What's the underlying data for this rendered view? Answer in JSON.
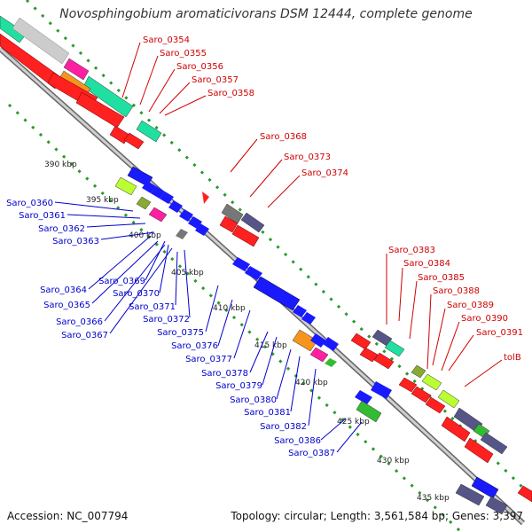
{
  "title": "Novosphingobium aromaticivorans DSM 12444, complete genome",
  "accession": "Accession: NC_007794",
  "topology": "Topology: circular; Length: 3,561,584 bp; Genes: 3,397",
  "colors": {
    "forward_label": "#d00000",
    "reverse_label": "#0000cc",
    "backbone": "#999999",
    "ticks": "#2a9a2a"
  },
  "scale_labels": [
    "390 kbp",
    "395 kbp",
    "400 kbp",
    "405 kbp",
    "410 kbp",
    "415 kbp",
    "420 kbp",
    "425 kbp",
    "430 kbp",
    "435 kbp"
  ],
  "forward_genes": [
    "Saro_0354",
    "Saro_0355",
    "Saro_0356",
    "Saro_0357",
    "Saro_0358",
    "Saro_0368",
    "Saro_0373",
    "Saro_0374",
    "Saro_0383",
    "Saro_0384",
    "Saro_0385",
    "Saro_0388",
    "Saro_0389",
    "Saro_0390",
    "Saro_0391",
    "tolB"
  ],
  "reverse_genes": [
    "Saro_0360",
    "Saro_0361",
    "Saro_0362",
    "Saro_0363",
    "Saro_0364",
    "Saro_0365",
    "Saro_0366",
    "Saro_0367",
    "Saro_0369",
    "Saro_0370",
    "Saro_0371",
    "Saro_0372",
    "Saro_0375",
    "Saro_0376",
    "Saro_0377",
    "Saro_0378",
    "Saro_0379",
    "Saro_0380",
    "Saro_0381",
    "Saro_0382",
    "Saro_0386",
    "Saro_0387"
  ]
}
